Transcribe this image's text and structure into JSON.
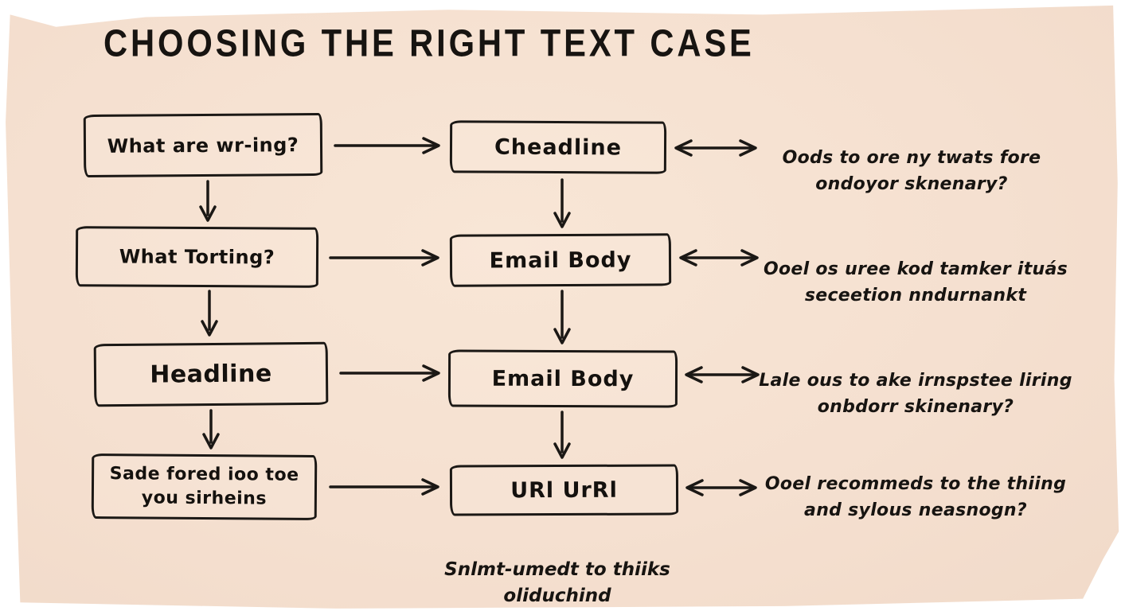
{
  "title": "CHOOSING THE RIGHT TEXT CASE",
  "colors": {
    "paper": "#f5e0d0",
    "ink": "#1b1815",
    "page_background": "#ffffff"
  },
  "rows": [
    {
      "left_line1": "What are wr-ing?",
      "middle": "Cheadline",
      "right_line1": "Oods to ore ny twats fore",
      "right_line2": "ondoyor sknenary?"
    },
    {
      "left_line1": "What Torting?",
      "middle": "Email Body",
      "right_line1": "Ooel os uree kod tamker ituás",
      "right_line2": "seceetion nndurnankt"
    },
    {
      "left_line1": "Headline",
      "middle": "Email Body",
      "right_line1": "Lale ous to ake irnspstee liring",
      "right_line2": "onbdorr skinenary?"
    },
    {
      "left_line1": "Sade fored ioo toe",
      "left_line2": "you sirheins",
      "middle": "URl UrRl",
      "right_line1": "Ooel recommeds to the thiing",
      "right_line2": "and sylous neasnogn?"
    }
  ],
  "footer": {
    "line1": "Snlmt-umedt to thiiks",
    "line2": "oliduchind"
  }
}
